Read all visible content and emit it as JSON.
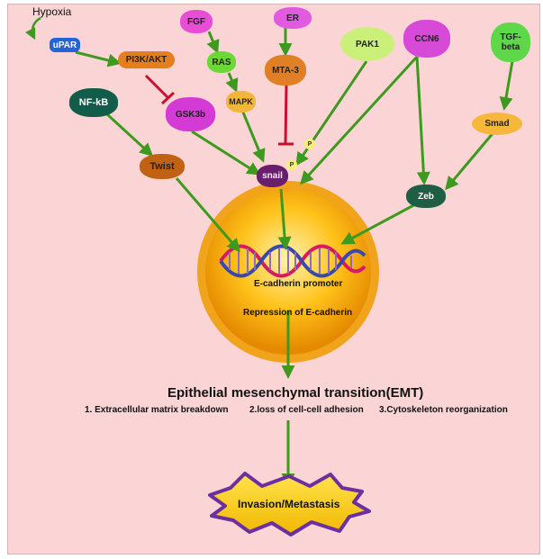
{
  "nodes": {
    "hypoxia": "Hypoxia",
    "upar": "uPAR",
    "pi3k": "PI3K/AKT",
    "nfkb": "NF-kB",
    "fgf": "FGF",
    "ras": "RAS",
    "gsk3b": "GSK3b",
    "mapk": "MAPK",
    "er": "ER",
    "mta3": "MTA-3",
    "pak1": "PAK1",
    "ccn6": "CCN6",
    "tgf_line1": "TGF-",
    "tgf_line2": "beta",
    "smad": "Smad",
    "twist": "Twist",
    "snail": "snail",
    "p1": "P",
    "p2": "P",
    "zeb": "Zeb"
  },
  "nucleus": {
    "promoter": "E-cadherin promoter",
    "repression": "Repression of E-cadherin"
  },
  "emt": {
    "title": "Epithelial mesenchymal transition(EMT)",
    "item1": "1. Extracellular matrix breakdown",
    "item2": "2.loss of cell-cell adhesion",
    "item3": "3.Cytoskeleton reorganization"
  },
  "outcome": "Invasion/Metastasis"
}
